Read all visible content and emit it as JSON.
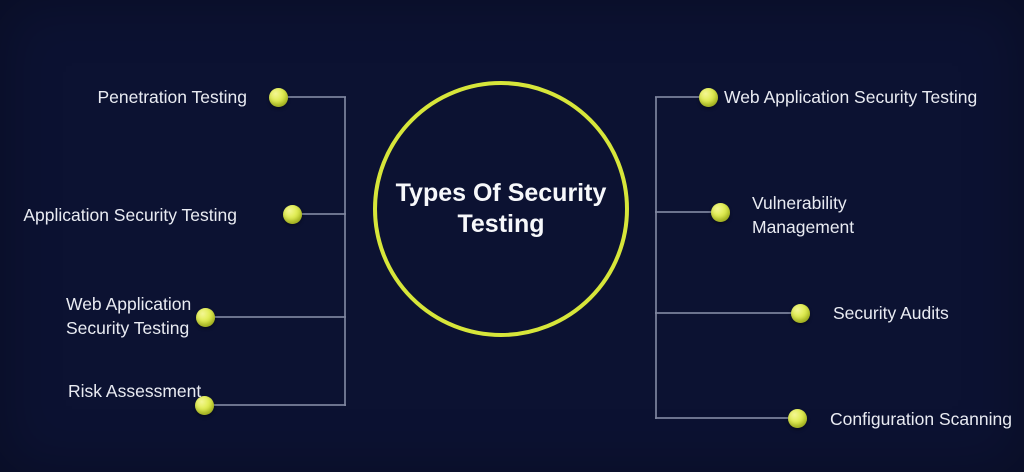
{
  "diagram": {
    "title": "Types Of Security Testing",
    "left_items": [
      "Penetration Testing",
      "Application Security Testing",
      "Web Application\nSecurity Testing",
      "Risk Assessment"
    ],
    "right_items": [
      "Web Application Security Testing",
      "Vulnerability\nManagement",
      "Security Audits",
      "Configuration Scanning"
    ],
    "colors": {
      "background": "#0c1232",
      "accent": "#d7e63a",
      "connector": "#7e859f",
      "label_text": "#e9ebf2",
      "title_text": "#f7f8fb"
    }
  }
}
